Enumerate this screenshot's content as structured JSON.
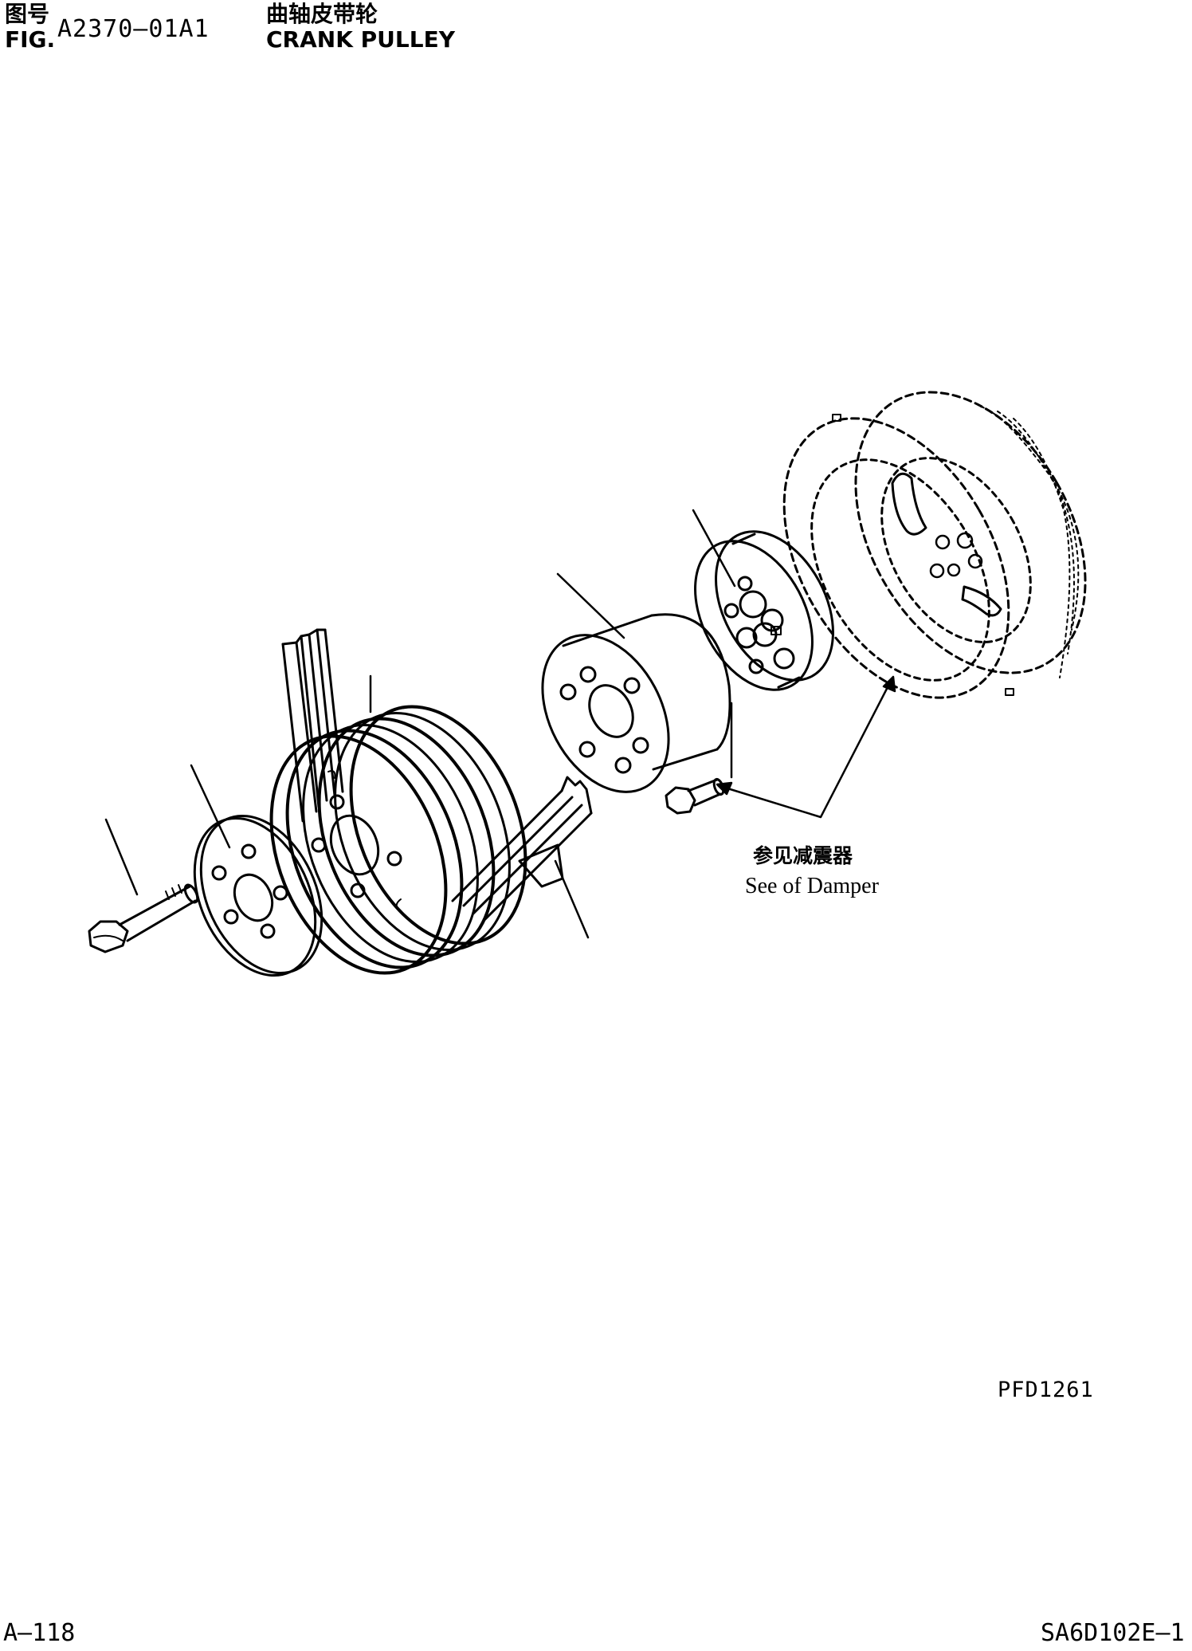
{
  "header": {
    "fig_label_cn": "图号",
    "fig_label_en": "FIG.",
    "fig_number": "A2370—01A1",
    "title_cn": "曲轴皮带轮",
    "title_en": "CRANK PULLEY"
  },
  "callout": {
    "text_cn": "参见减震器",
    "text_en": "See of Damper"
  },
  "footer": {
    "drawing_code": "PFD1261",
    "page_number": "A—118",
    "doc_code": "SA6D102E—1"
  }
}
